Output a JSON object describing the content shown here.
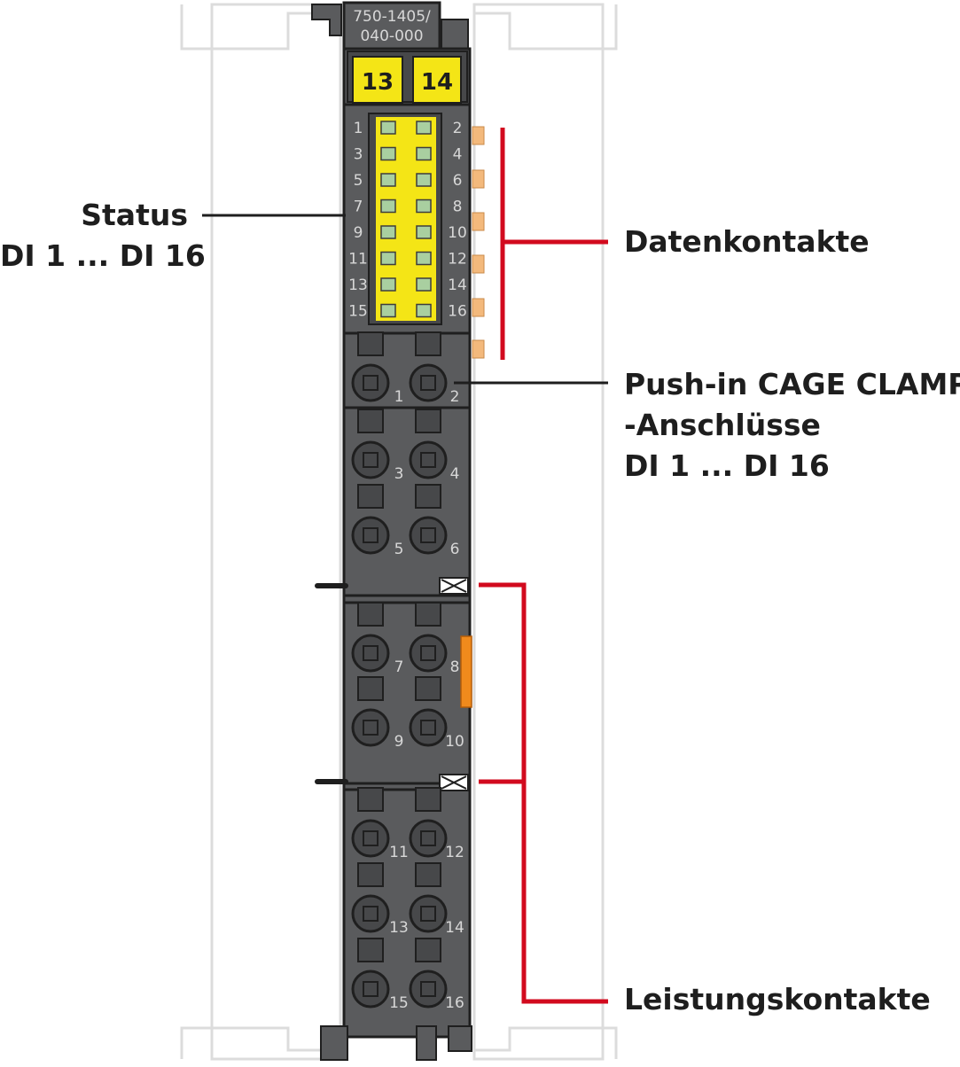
{
  "module": {
    "part_number_line1": "750-1405/",
    "part_number_line2": "040-000",
    "marker_left": "13",
    "marker_right": "14",
    "led_labels_left": [
      "1",
      "3",
      "5",
      "7",
      "9",
      "11",
      "13",
      "15"
    ],
    "led_labels_right": [
      "2",
      "4",
      "6",
      "8",
      "10",
      "12",
      "14",
      "16"
    ],
    "terminal_labels_left": [
      "1",
      "3",
      "5",
      "7",
      "9",
      "11",
      "13",
      "15"
    ],
    "terminal_labels_right": [
      "2",
      "4",
      "6",
      "8",
      "10",
      "12",
      "14",
      "16"
    ]
  },
  "callouts": {
    "status_line1": "Status",
    "status_line2": "DI 1 ... DI 16",
    "data_contacts": "Datenkontakte",
    "pushin_line1": "Push-in CAGE CLAMP",
    "pushin_reg": "®",
    "pushin_line2": "-Anschlüsse",
    "pushin_line3": "DI 1 ... DI 16",
    "power_contacts": "Leistungskontakte"
  },
  "colors": {
    "housing": "#5a5b5d",
    "housing_dark": "#47484a",
    "outline": "#1f1f1f",
    "marker_yellow": "#f4e516",
    "led_green": "#a9cfa0",
    "contact_orange": "#f3b97c",
    "power_orange": "#f08a1c",
    "leader_red": "#d20a1e",
    "leader_black": "#1e1e1e",
    "ghost_outline": "#dcdcdc",
    "label_light": "#d7d7d7"
  }
}
